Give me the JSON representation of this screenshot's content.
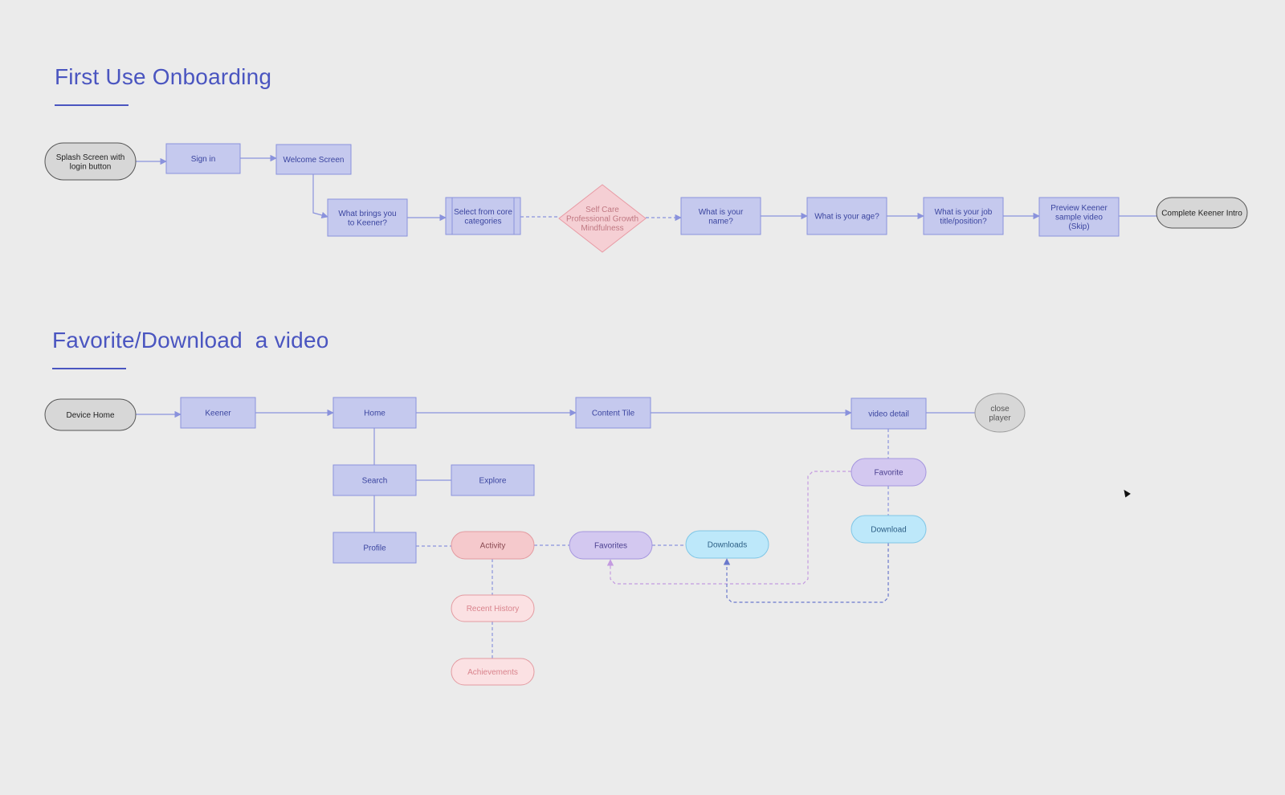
{
  "sections": {
    "onboarding_title": "First Use Onboarding",
    "favorite_title": "Favorite/Download  a video"
  },
  "colors": {
    "title": "#4a55c0",
    "box_fill": "#c5c9ee",
    "box_stroke": "#8a92dc",
    "box_text": "#3a449f",
    "terminal_fill": "#d7d7d7",
    "terminal_stroke": "#555555",
    "decision_fill": "#f5cfd4",
    "decision_stroke": "#e89aa4",
    "decision_text": "#c07882",
    "activity_fill": "#f5c9cc",
    "activity_stroke": "#e39aa0",
    "pale_pink_fill": "#fbe1e3",
    "pale_pink_text": "#d9838c",
    "lavender_fill": "#d3c8f0",
    "lavender_stroke": "#a596de",
    "cyan_fill": "#bde8fa",
    "cyan_stroke": "#7fc6e6",
    "connector": "#8a92dc",
    "purple_dashed": "#c49be0",
    "blue_dashed": "#6a78cc"
  },
  "nodes": [
    {
      "id": "splash",
      "shape": "terminal",
      "lines": [
        "Splash Screen with",
        "login button"
      ]
    },
    {
      "id": "signin",
      "shape": "box",
      "lines": [
        "Sign in"
      ]
    },
    {
      "id": "welcome",
      "shape": "box",
      "lines": [
        "Welcome Screen"
      ]
    },
    {
      "id": "brings",
      "shape": "box",
      "lines": [
        "What brings you",
        "to Keener?"
      ]
    },
    {
      "id": "select",
      "shape": "process",
      "lines": [
        "Select from core",
        "categories"
      ]
    },
    {
      "id": "decision",
      "shape": "diamond",
      "lines": [
        "Self Care",
        "Professional Growth",
        "Mindfulness"
      ]
    },
    {
      "id": "name",
      "shape": "box",
      "lines": [
        "What is your",
        "name?"
      ]
    },
    {
      "id": "age",
      "shape": "box",
      "lines": [
        "What is your age?"
      ]
    },
    {
      "id": "job",
      "shape": "box",
      "lines": [
        "What is your job",
        "title/position?"
      ]
    },
    {
      "id": "preview",
      "shape": "box",
      "lines": [
        "Preview Keener",
        "sample video",
        "(Skip)"
      ]
    },
    {
      "id": "complete",
      "shape": "terminal",
      "lines": [
        "Complete Keener Intro"
      ]
    },
    {
      "id": "device_home",
      "shape": "terminal",
      "lines": [
        "Device Home"
      ]
    },
    {
      "id": "keener",
      "shape": "box",
      "lines": [
        "Keener"
      ]
    },
    {
      "id": "home",
      "shape": "box",
      "lines": [
        "Home"
      ]
    },
    {
      "id": "content_tile",
      "shape": "box",
      "lines": [
        "Content Tile"
      ]
    },
    {
      "id": "video_detail",
      "shape": "box",
      "lines": [
        "video detail"
      ]
    },
    {
      "id": "close_player",
      "shape": "circle",
      "lines": [
        "close",
        "player"
      ]
    },
    {
      "id": "search",
      "shape": "box",
      "lines": [
        "Search"
      ]
    },
    {
      "id": "explore",
      "shape": "box",
      "lines": [
        "Explore"
      ]
    },
    {
      "id": "profile",
      "shape": "box",
      "lines": [
        "Profile"
      ]
    },
    {
      "id": "activity",
      "shape": "pill-pink",
      "lines": [
        "Activity"
      ]
    },
    {
      "id": "favorites",
      "shape": "pill-lavender",
      "lines": [
        "Favorites"
      ]
    },
    {
      "id": "downloads",
      "shape": "pill-cyan",
      "lines": [
        "Downloads"
      ]
    },
    {
      "id": "favorite",
      "shape": "pill-lavender",
      "lines": [
        "Favorite"
      ]
    },
    {
      "id": "download",
      "shape": "pill-cyan",
      "lines": [
        "Download"
      ]
    },
    {
      "id": "recent_history",
      "shape": "pill-palepink",
      "lines": [
        "Recent History"
      ]
    },
    {
      "id": "achievements",
      "shape": "pill-palepink",
      "lines": [
        "Achievements"
      ]
    }
  ],
  "edges": [
    {
      "from": "splash",
      "to": "signin",
      "style": "solid",
      "arrow": true
    },
    {
      "from": "signin",
      "to": "welcome",
      "style": "solid",
      "arrow": true
    },
    {
      "from": "welcome",
      "to": "brings",
      "style": "solid",
      "arrow": true
    },
    {
      "from": "brings",
      "to": "select",
      "style": "solid",
      "arrow": true
    },
    {
      "from": "select",
      "to": "decision",
      "style": "dashed",
      "arrow": false
    },
    {
      "from": "decision",
      "to": "name",
      "style": "dashed",
      "arrow": true
    },
    {
      "from": "name",
      "to": "age",
      "style": "solid",
      "arrow": true
    },
    {
      "from": "age",
      "to": "job",
      "style": "solid",
      "arrow": true
    },
    {
      "from": "job",
      "to": "preview",
      "style": "solid",
      "arrow": true
    },
    {
      "from": "preview",
      "to": "complete",
      "style": "solid",
      "arrow": false
    },
    {
      "from": "device_home",
      "to": "keener",
      "style": "solid",
      "arrow": true
    },
    {
      "from": "keener",
      "to": "home",
      "style": "solid",
      "arrow": true
    },
    {
      "from": "home",
      "to": "content_tile",
      "style": "solid",
      "arrow": true
    },
    {
      "from": "content_tile",
      "to": "video_detail",
      "style": "solid",
      "arrow": true
    },
    {
      "from": "video_detail",
      "to": "close_player",
      "style": "solid",
      "arrow": false
    },
    {
      "from": "home",
      "to": "search",
      "style": "solid",
      "arrow": false
    },
    {
      "from": "search",
      "to": "explore",
      "style": "solid",
      "arrow": false
    },
    {
      "from": "search",
      "to": "profile",
      "style": "solid",
      "arrow": false
    },
    {
      "from": "profile",
      "to": "activity",
      "style": "dashed",
      "arrow": false
    },
    {
      "from": "activity",
      "to": "favorites",
      "style": "dashed",
      "arrow": false
    },
    {
      "from": "favorites",
      "to": "downloads",
      "style": "dashed",
      "arrow": false
    },
    {
      "from": "activity",
      "to": "recent_history",
      "style": "dashed",
      "arrow": false
    },
    {
      "from": "recent_history",
      "to": "achievements",
      "style": "dashed",
      "arrow": false
    },
    {
      "from": "video_detail",
      "to": "favorite",
      "style": "dashed",
      "arrow": false
    },
    {
      "from": "favorite",
      "to": "download",
      "style": "dashed",
      "arrow": false
    },
    {
      "from": "favorite",
      "to": "favorites",
      "style": "dashed-purple",
      "arrow": true
    },
    {
      "from": "download",
      "to": "downloads",
      "style": "dashed-blue",
      "arrow": true
    }
  ]
}
